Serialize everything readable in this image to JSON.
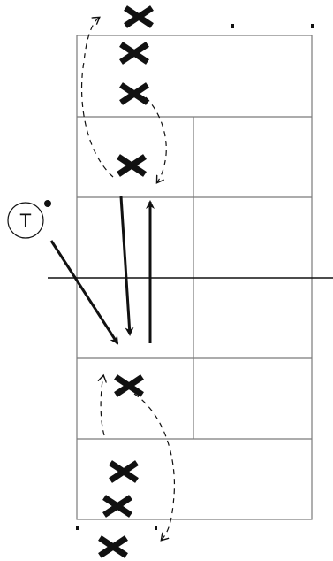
{
  "diagram": {
    "coach_label": "T",
    "colors": {
      "court_line": "#7a7a7a",
      "net_line": "#111111",
      "player": "#111111",
      "arrow": "#111111",
      "background": "#ffffff"
    },
    "players": [
      {
        "name": "player-top-1"
      },
      {
        "name": "player-top-2"
      },
      {
        "name": "player-top-3"
      },
      {
        "name": "player-top-4"
      },
      {
        "name": "player-bottom-1"
      },
      {
        "name": "player-bottom-2"
      },
      {
        "name": "player-bottom-3"
      },
      {
        "name": "player-bottom-4"
      }
    ],
    "movements": {
      "solid_arrows": [
        "coach-to-bottom-player",
        "top-player-down",
        "bottom-player-up"
      ],
      "dashed_paths": [
        "top-loop-up",
        "top-loop-down",
        "bottom-loop-up",
        "bottom-loop-down"
      ]
    }
  }
}
